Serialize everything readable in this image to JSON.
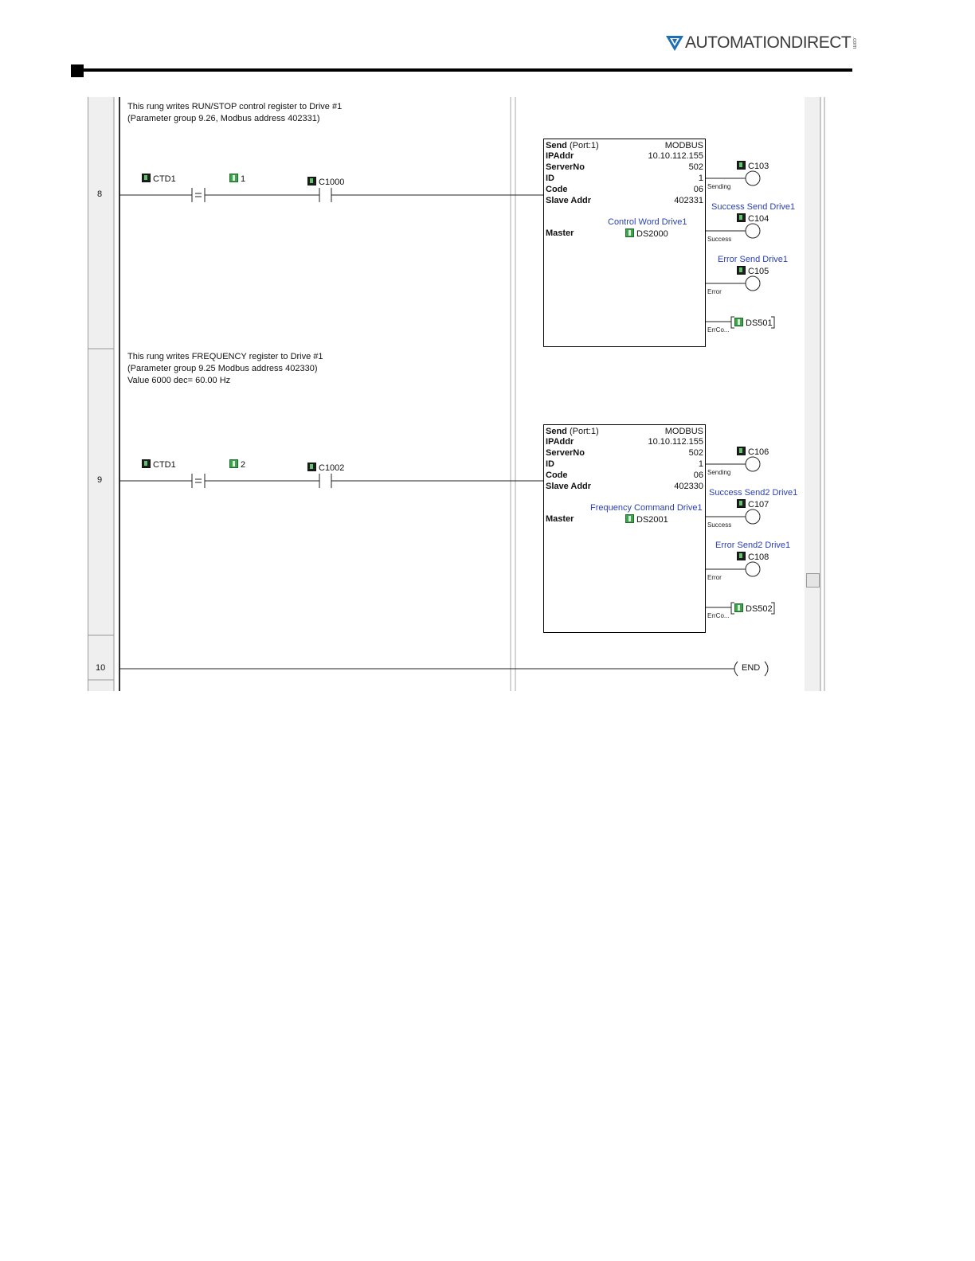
{
  "header": {
    "brand": "AUTOMATIONDIRECT",
    "brand_suffix": ".com"
  },
  "rungs": [
    {
      "number": "8",
      "comment": [
        "This rung writes RUN/STOP control register to Drive #1",
        "(Parameter group 9.26, Modbus address 402331)"
      ],
      "compare": {
        "left": "CTD1",
        "right": "1",
        "op": "="
      },
      "contact": "C1000",
      "block": {
        "title": "Send",
        "port": "(Port:1)",
        "protocol": "MODBUS",
        "fields": [
          {
            "label": "IPAddr",
            "value": "10.10.112.155"
          },
          {
            "label": "ServerNo",
            "value": "502"
          },
          {
            "label": "ID",
            "value": "1"
          },
          {
            "label": "Code",
            "value": "06"
          },
          {
            "label": "Slave Addr",
            "value": "402331"
          }
        ],
        "master_nickname": "Control Word Drive1",
        "master_label": "Master",
        "master_tag": "DS2000"
      },
      "outputs": [
        {
          "nickname": "",
          "tag": "C103",
          "pin": "Sending"
        },
        {
          "nickname": "Success Send Drive1",
          "tag": "C104",
          "pin": "Success"
        },
        {
          "nickname": "Error Send Drive1",
          "tag": "C105",
          "pin": "Error"
        }
      ],
      "errcode": {
        "tag": "DS501",
        "pin": "ErrCo..."
      }
    },
    {
      "number": "9",
      "comment": [
        "This rung writes FREQUENCY register to Drive #1",
        "(Parameter group 9.25 Modbus address 402330)",
        "Value 6000 dec= 60.00 Hz"
      ],
      "compare": {
        "left": "CTD1",
        "right": "2",
        "op": "="
      },
      "contact": "C1002",
      "block": {
        "title": "Send",
        "port": "(Port:1)",
        "protocol": "MODBUS",
        "fields": [
          {
            "label": "IPAddr",
            "value": "10.10.112.155"
          },
          {
            "label": "ServerNo",
            "value": "502"
          },
          {
            "label": "ID",
            "value": "1"
          },
          {
            "label": "Code",
            "value": "06"
          },
          {
            "label": "Slave Addr",
            "value": "402330"
          }
        ],
        "master_nickname": "Frequency Command Drive1",
        "master_label": "Master",
        "master_tag": "DS2001"
      },
      "outputs": [
        {
          "nickname": "",
          "tag": "C106",
          "pin": "Sending"
        },
        {
          "nickname": "Success Send2 Drive1",
          "tag": "C107",
          "pin": "Success"
        },
        {
          "nickname": "Error Send2 Drive1",
          "tag": "C108",
          "pin": "Error"
        }
      ],
      "errcode": {
        "tag": "DS502",
        "pin": "ErrCo..."
      }
    },
    {
      "number": "10",
      "end_label": "END"
    }
  ],
  "colors": {
    "gutter": "#efefef",
    "nickname_blue": "#2a3fb5",
    "tag_green": "#3fa34d"
  },
  "icons": [
    "automationdirect-logo-icon",
    "bit-tag-icon",
    "word-tag-icon",
    "scrollbar-thumb-icon"
  ]
}
